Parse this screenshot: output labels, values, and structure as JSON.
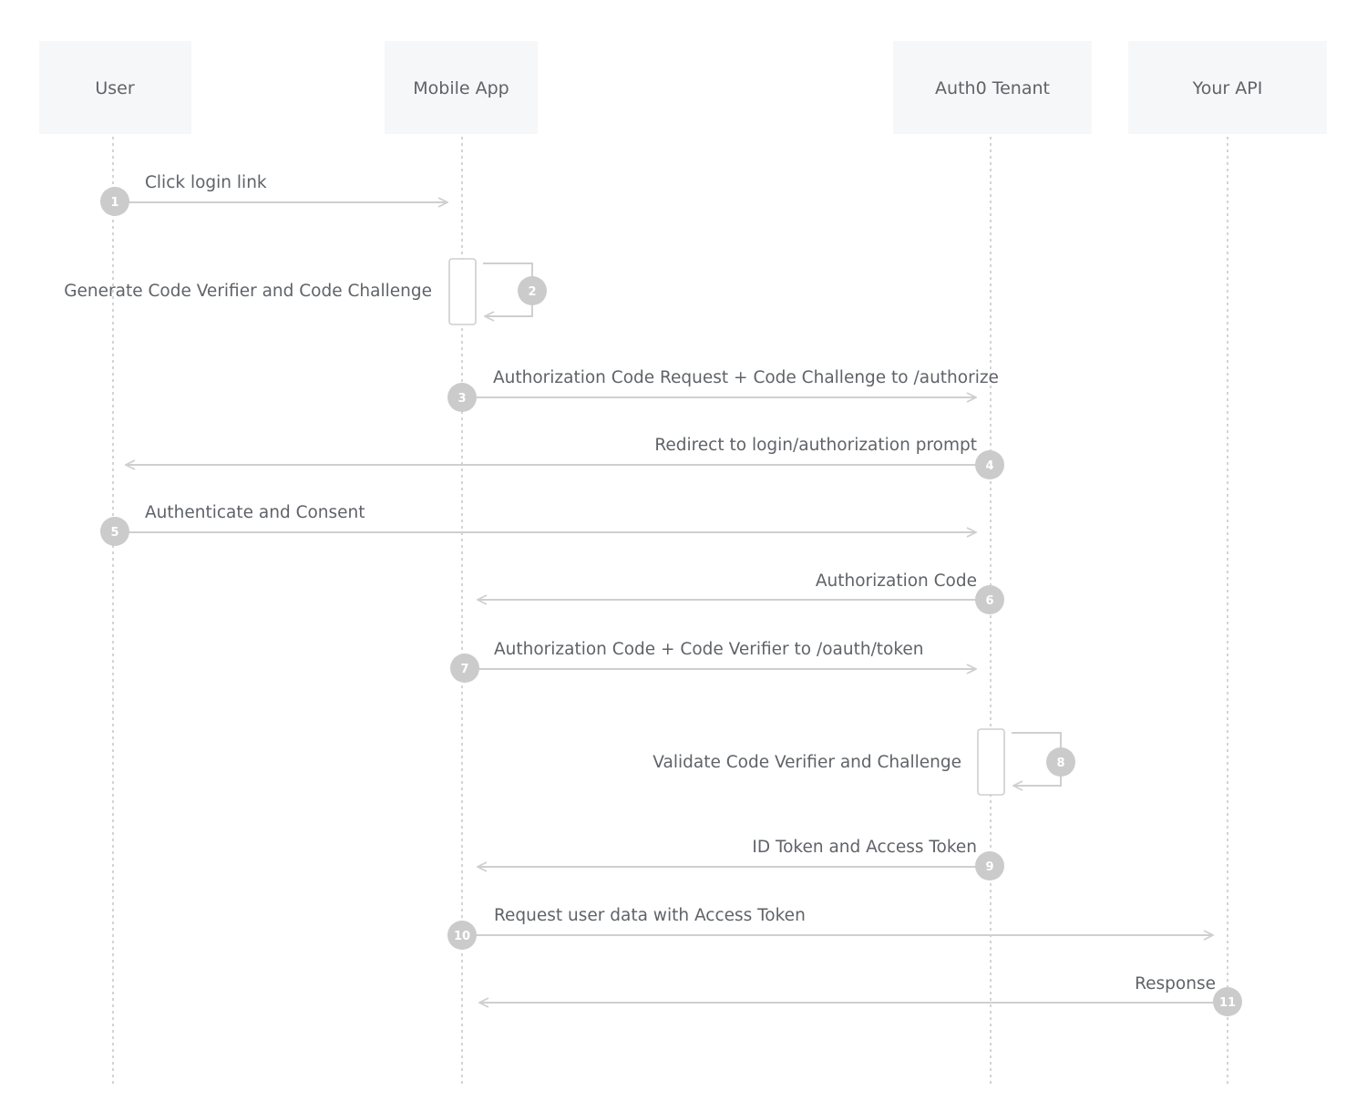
{
  "actors": [
    {
      "id": "user",
      "label": "User"
    },
    {
      "id": "mobile-app",
      "label": "Mobile App"
    },
    {
      "id": "auth0-tenant",
      "label": "Auth0 Tenant"
    },
    {
      "id": "your-api",
      "label": "Your API"
    }
  ],
  "messages": [
    {
      "step": "1",
      "from": "user",
      "to": "mobile-app",
      "label": "Click login link"
    },
    {
      "step": "2",
      "from": "mobile-app",
      "to": "mobile-app",
      "self": true,
      "label": "Generate Code Verifier and Code Challenge"
    },
    {
      "step": "3",
      "from": "mobile-app",
      "to": "auth0-tenant",
      "label": "Authorization Code Request + Code Challenge to /authorize"
    },
    {
      "step": "4",
      "from": "auth0-tenant",
      "to": "user",
      "label": "Redirect to login/authorization prompt"
    },
    {
      "step": "5",
      "from": "user",
      "to": "auth0-tenant",
      "label": "Authenticate and Consent"
    },
    {
      "step": "6",
      "from": "auth0-tenant",
      "to": "mobile-app",
      "label": "Authorization Code"
    },
    {
      "step": "7",
      "from": "mobile-app",
      "to": "auth0-tenant",
      "label": "Authorization Code + Code Verifier to /oauth/token"
    },
    {
      "step": "8",
      "from": "auth0-tenant",
      "to": "auth0-tenant",
      "self": true,
      "label": "Validate Code Verifier and Challenge"
    },
    {
      "step": "9",
      "from": "auth0-tenant",
      "to": "mobile-app",
      "label": "ID Token and Access Token"
    },
    {
      "step": "10",
      "from": "mobile-app",
      "to": "your-api",
      "label": "Request user data with Access Token"
    },
    {
      "step": "11",
      "from": "your-api",
      "to": "mobile-app",
      "label": "Response"
    }
  ]
}
